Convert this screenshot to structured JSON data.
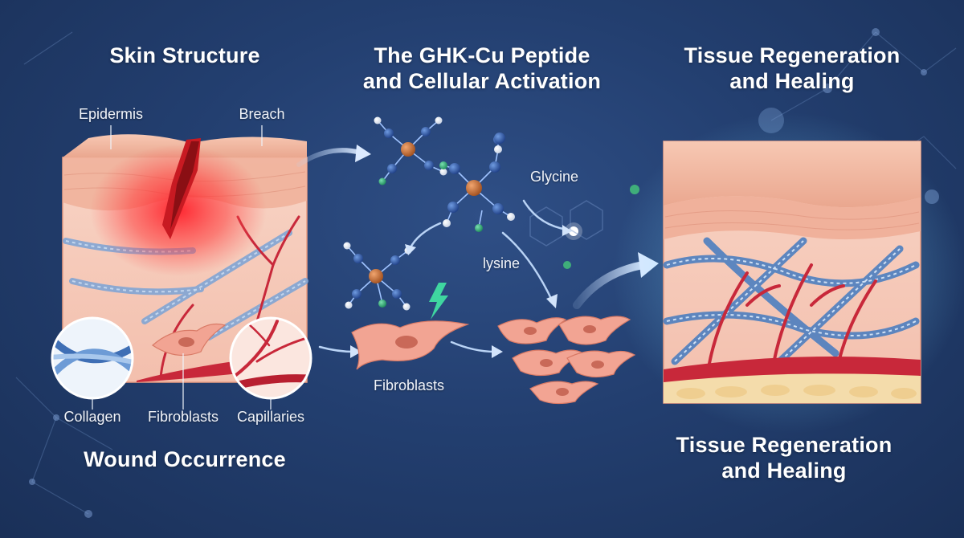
{
  "panels": {
    "left": {
      "title": "Skin Structure",
      "caption": "Wound Occurrence",
      "labels": {
        "epidermis": "Epidermis",
        "breach": "Breach",
        "collagen": "Collagen",
        "fibroblasts": "Fibroblasts",
        "capillaries": "Capillaries"
      }
    },
    "middle": {
      "title_line1": "The GHK-Cu Peptide",
      "title_line2": "and Cellular Activation",
      "labels": {
        "glycine": "Glycine",
        "lysine": "lysine",
        "fibroblasts": "Fibroblasts"
      }
    },
    "right": {
      "title_line1": "Tissue Regeneration",
      "title_line2": "and Healing",
      "caption_line1": "Tissue Regeneration",
      "caption_line2": "and Healing"
    }
  },
  "colors": {
    "background": "#233f70",
    "skin_surface": "#f3b8a0",
    "dermis": "#f6c9b8",
    "wound_red": "#e0242a",
    "collagen_blue": "#5e8ec9",
    "vessel_red": "#c8283a",
    "copper_atom": "#c9703a",
    "atom_blue": "#2f5fb0",
    "atom_green": "#3fae7a",
    "fibroblast_pink": "#f2a493",
    "energy_green": "#3fd6a0"
  }
}
